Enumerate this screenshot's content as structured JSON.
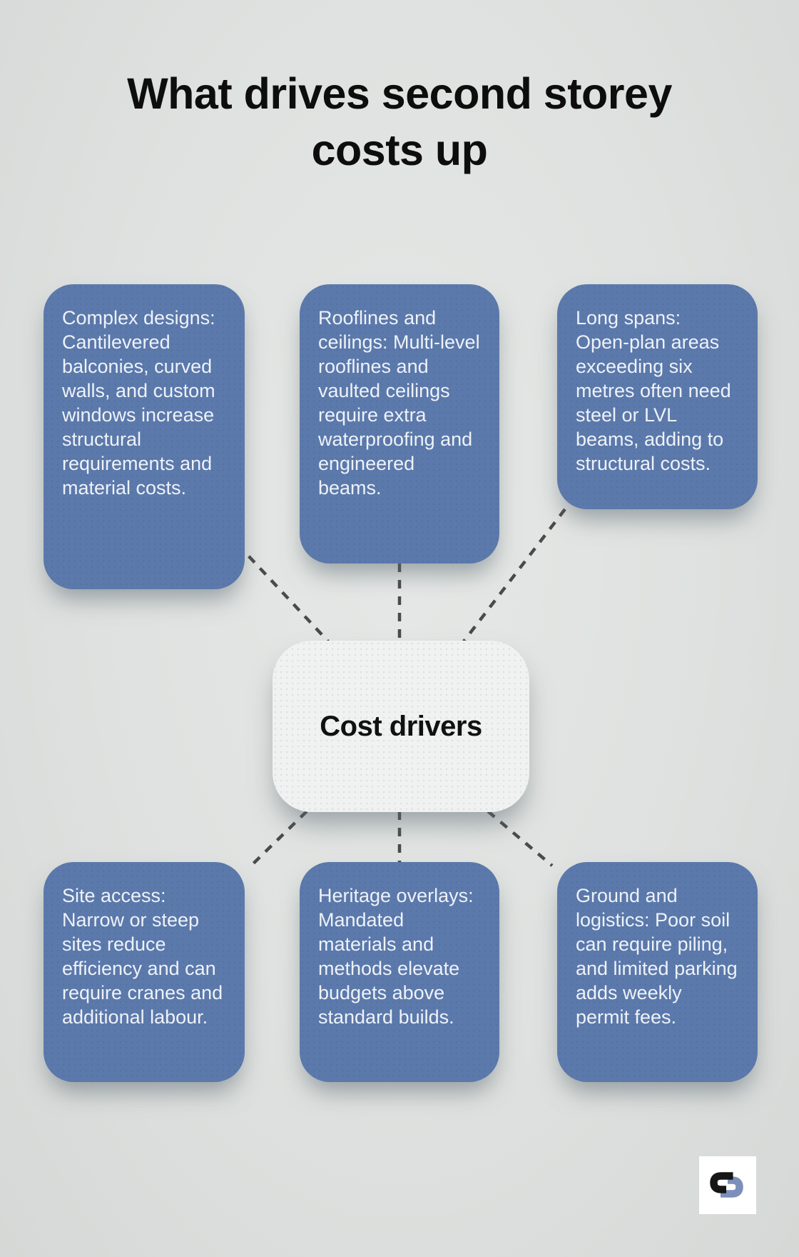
{
  "title": "What drives second storey costs up",
  "center": {
    "label": "Cost drivers"
  },
  "nodes": [
    {
      "id": "complex-designs",
      "text": "Complex designs: Cantilevered balconies, curved walls, and custom windows increase structural requirements and material costs."
    },
    {
      "id": "rooflines-ceilings",
      "text": "Rooflines and ceilings: Multi-level rooflines and vaulted ceilings require extra waterproofing and engineered beams."
    },
    {
      "id": "long-spans",
      "text": "Long spans: Open-plan areas exceeding six metres often need steel or LVL beams, adding to structural costs."
    },
    {
      "id": "site-access",
      "text": "Site access: Narrow or steep sites reduce efficiency and can require cranes and additional labour."
    },
    {
      "id": "heritage-overlays",
      "text": "Heritage overlays: Mandated materials and methods elevate budgets above standard builds."
    },
    {
      "id": "ground-logistics",
      "text": "Ground and logistics: Poor soil can require piling, and limited parking adds weekly permit fees."
    }
  ],
  "logo": {
    "icon": "interlocked-s-logo"
  },
  "colors": {
    "background": "#dee1df",
    "bubble_blue": "#5b79ab",
    "bubble_text": "#eef2f8",
    "center_node_bg": "#f0f1f1",
    "title_text": "#0d0d0d",
    "connector": "#4a4a4a",
    "logo_black": "#161616",
    "logo_blue": "#7b8fba"
  }
}
